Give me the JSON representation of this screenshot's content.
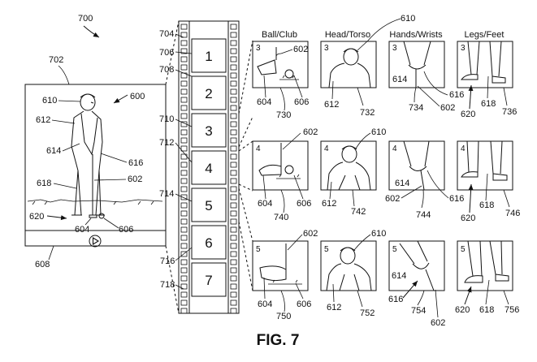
{
  "figure": {
    "title": "FIG. 7",
    "ref_main": "700",
    "video_panel": {
      "ref": "702",
      "golfer_ref": "600",
      "refs": [
        "610",
        "612",
        "614",
        "616",
        "602",
        "618",
        "620",
        "604",
        "606",
        "608"
      ],
      "play_icon": "play-icon"
    },
    "film_strip": {
      "refs": [
        "704",
        "706",
        "708",
        "710",
        "712",
        "714",
        "716",
        "718"
      ],
      "frames": [
        "1",
        "2",
        "3",
        "4",
        "5",
        "6",
        "7"
      ]
    },
    "columns": [
      "Ball/Club",
      "Head/Torso",
      "Hands/Wrists",
      "Legs/Feet"
    ],
    "top_ref": "610",
    "rows": [
      {
        "frame": "3",
        "refs": {
          "ball": [
            "602",
            "604",
            "730",
            "606"
          ],
          "head": [
            "612",
            "732"
          ],
          "hands": [
            "614",
            "734",
            "616",
            "602"
          ],
          "legs": [
            "620",
            "618",
            "736"
          ]
        }
      },
      {
        "frame": "4",
        "refs": {
          "ball": [
            "602",
            "604",
            "740",
            "606"
          ],
          "head": [
            "610",
            "612",
            "742"
          ],
          "hands": [
            "614",
            "602",
            "744",
            "616"
          ],
          "legs": [
            "620",
            "618",
            "746"
          ]
        }
      },
      {
        "frame": "5",
        "refs": {
          "ball": [
            "602",
            "604",
            "750",
            "606"
          ],
          "head": [
            "610",
            "612",
            "752"
          ],
          "hands": [
            "614",
            "616",
            "754",
            "602"
          ],
          "legs": [
            "620",
            "618",
            "756"
          ]
        }
      }
    ]
  }
}
